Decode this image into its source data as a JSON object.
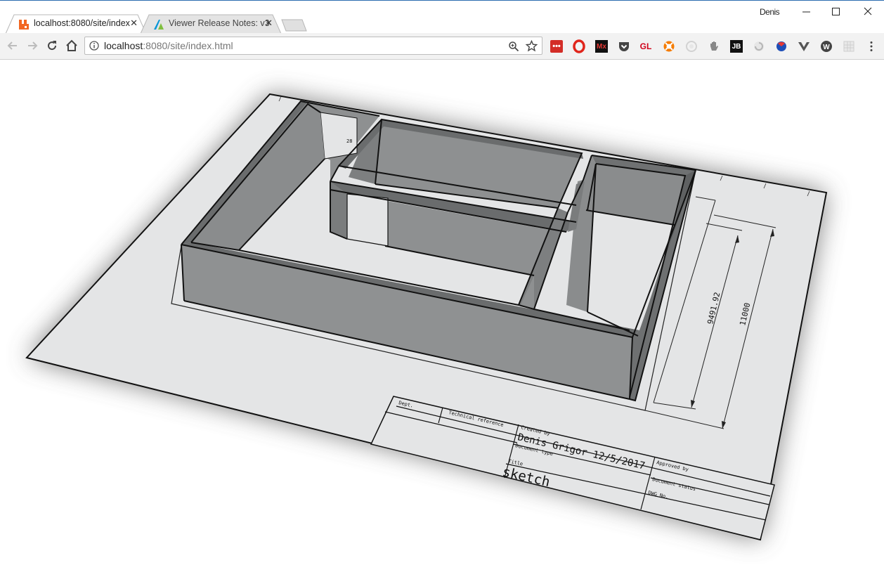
{
  "browser": {
    "tabs": [
      {
        "title": "localhost:8080/site/index",
        "active": true
      },
      {
        "title": "Viewer Release Notes: v3",
        "active": false
      }
    ],
    "profile_name": "Denis",
    "window_controls": [
      "minimize-icon",
      "maximize-icon",
      "close-icon"
    ],
    "address": {
      "host": "localhost",
      "path": ":8080/site/index.html"
    },
    "extensions": [
      {
        "icon": "lastpass-icon",
        "label": "•••",
        "color": "#d32d27"
      },
      {
        "icon": "opera-icon",
        "label": "",
        "color": "#e0251b"
      },
      {
        "icon": "mx-icon",
        "label": "Mx",
        "color": "#111111"
      },
      {
        "icon": "pocket-icon",
        "label": "",
        "color": "#444444"
      },
      {
        "icon": "gl-icon",
        "label": "GL",
        "color": "#d0021b"
      },
      {
        "icon": "lifebuoy-icon",
        "label": "",
        "color": "#f57c00"
      },
      {
        "icon": "circle-grey-icon",
        "label": "",
        "color": "#cfcfcf"
      },
      {
        "icon": "hand-icon",
        "label": "",
        "color": "#777777"
      },
      {
        "icon": "jb-icon",
        "label": "JB",
        "color": "#111111"
      },
      {
        "icon": "swirl-icon",
        "label": "",
        "color": "#bdbdbd"
      },
      {
        "icon": "ladybug-icon",
        "label": "",
        "color": "#1e4fb8"
      },
      {
        "icon": "vue-icon",
        "label": "",
        "color": "#555555"
      },
      {
        "icon": "w-icon",
        "label": "W",
        "color": "#444444"
      },
      {
        "icon": "grid-grey-icon",
        "label": "",
        "color": "#cccccc"
      }
    ]
  },
  "drawing": {
    "dimensions": [
      "9491.92",
      "11000"
    ],
    "title_block": {
      "dept_label": "Dept.",
      "technical_reference_label": "Technical reference",
      "created_by_label": "Created by",
      "created_by_value": "Denis Grigor 12/5/2017",
      "document_type_label": "Document type",
      "title_label": "Title",
      "title_value": "sketch",
      "approved_by_label": "Approved by",
      "document_status_label": "Document status",
      "dwg_no_label": "DWG No."
    },
    "door_label": "28"
  }
}
